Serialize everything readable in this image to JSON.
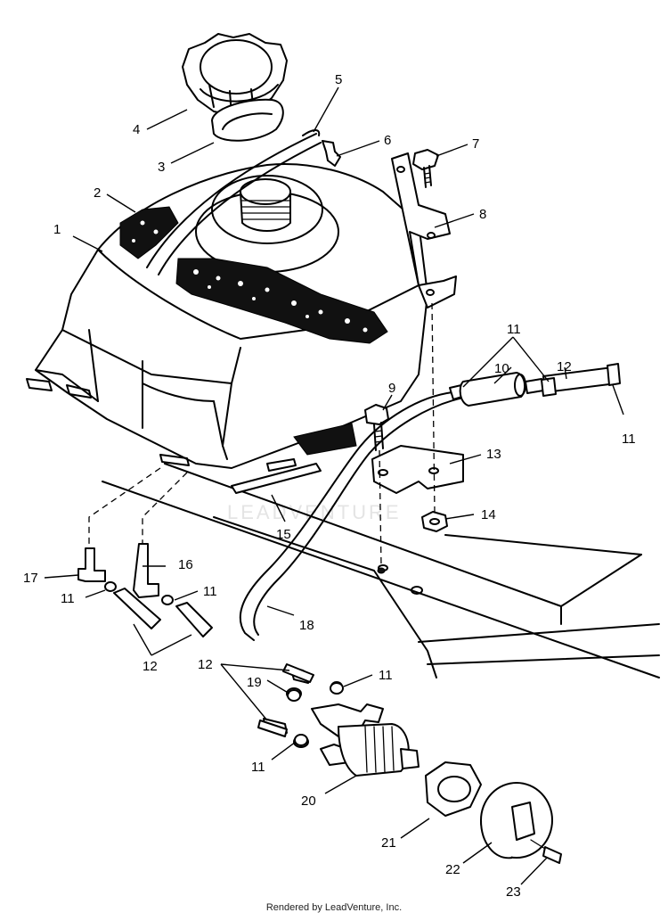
{
  "watermark": "LEADVENTURE",
  "footer": "Rendered by LeadVenture, Inc.",
  "callouts": {
    "c1": "1",
    "c2": "2",
    "c3": "3",
    "c4": "4",
    "c5": "5",
    "c6": "6",
    "c7": "7",
    "c8": "8",
    "c9": "9",
    "c10": "10",
    "c11a": "11",
    "c11b": "11",
    "c11c": "11",
    "c11d": "11",
    "c11e": "11",
    "c11f": "11",
    "c12a": "12",
    "c12b": "12",
    "c12c": "12",
    "c13": "13",
    "c14": "14",
    "c15": "15",
    "c16": "16",
    "c17": "17",
    "c18": "18",
    "c19": "19",
    "c20": "20",
    "c21": "21",
    "c22": "22",
    "c23": "23"
  }
}
